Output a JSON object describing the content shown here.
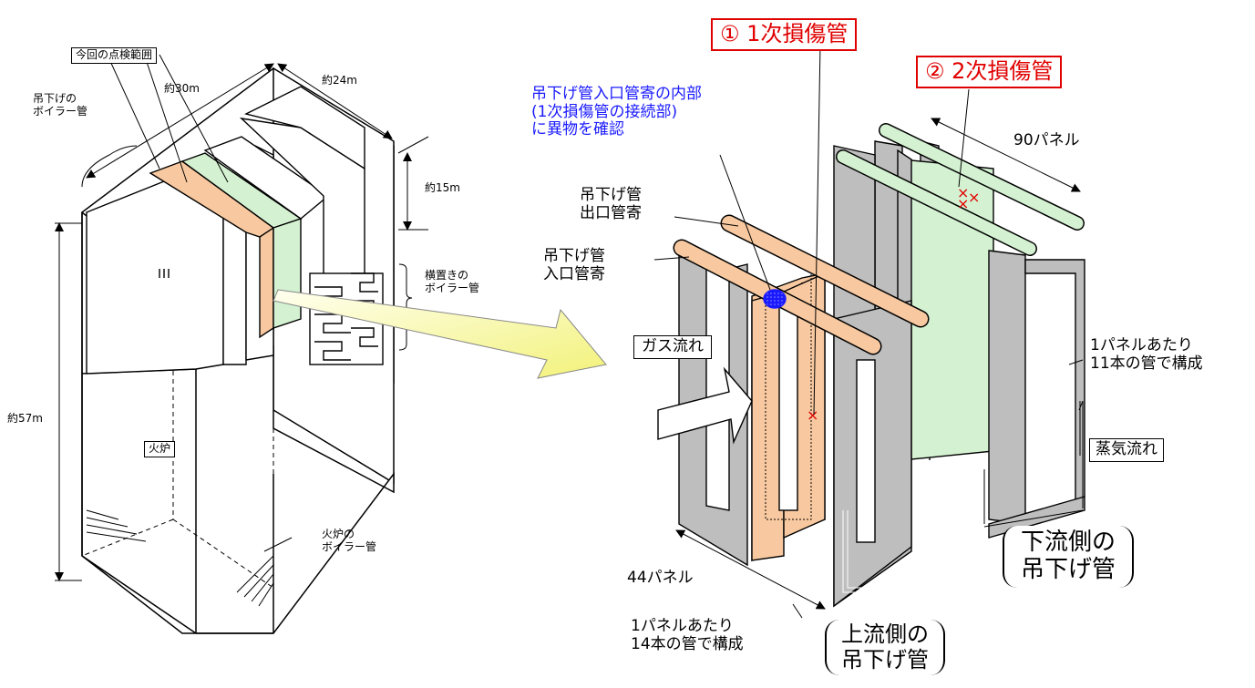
{
  "left": {
    "inspection_range": "今回の点検範囲",
    "width_30": "約30m",
    "width_24": "約24m",
    "hanging_tube": [
      "吊下げの",
      "ボイラー管"
    ],
    "height_15": "約15m",
    "horizontal_tube": [
      "横置きの",
      "ボイラー管"
    ],
    "height_57": "約57m",
    "furnace": "火炉",
    "furnace_tube": [
      "火炉の",
      "ボイラー管"
    ]
  },
  "right": {
    "primary_damage": "① 1次損傷管",
    "secondary_damage": "② 2次損傷管",
    "foreign_object": [
      "吊下げ管入口管寄の内部",
      "(1次損傷管の接続部)",
      "に異物を確認"
    ],
    "outlet_header": [
      "吊下げ管",
      "出口管寄"
    ],
    "inlet_header": [
      "吊下げ管",
      "入口管寄"
    ],
    "gas_flow": "ガス流れ",
    "panels_90": "90パネル",
    "per_panel_11": [
      "1パネルあたり",
      "11本の管で構成"
    ],
    "steam_flow": "蒸気流れ",
    "downstream": [
      "下流側の",
      "吊下げ管"
    ],
    "panels_44": "44パネル",
    "per_panel_14": [
      "1パネルあたり",
      "14本の管で構成"
    ],
    "upstream": [
      "上流側の",
      "吊下げ管"
    ]
  },
  "colors": {
    "orange_panel": "#f8c9a0",
    "green_panel": "#d4f2d2",
    "gray_panel": "#bebebe",
    "damage_red": "#e00000",
    "annotation_blue": "#1a1aff",
    "arrow_yellow": "#fcfca0"
  }
}
